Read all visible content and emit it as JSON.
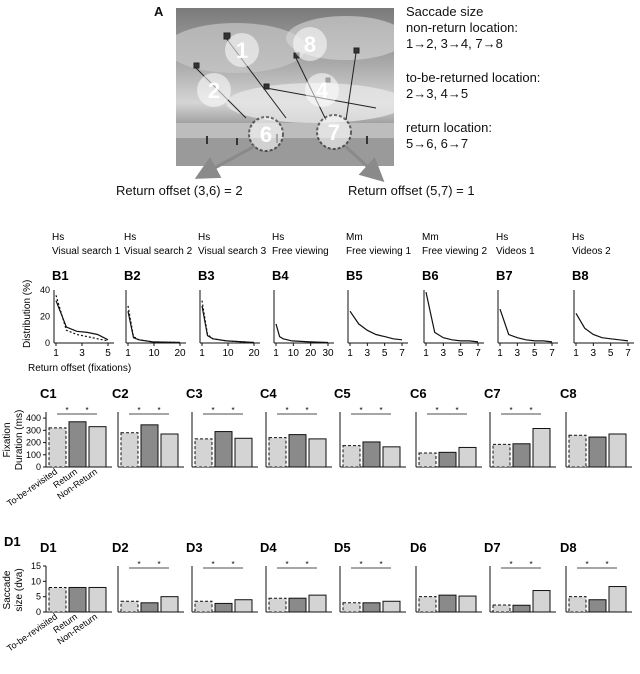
{
  "panel_a": {
    "label": "A",
    "circle_numbers": [
      "1",
      "2",
      "4",
      "8",
      "6",
      "7"
    ],
    "legend": {
      "title1": "Saccade size",
      "title2": "non-return location:",
      "nonreturn": "1→2, 3→4, 7→8",
      "tbr_title": "to-be-returned location:",
      "tbr": "2→3, 4→5",
      "ret_title": "return location:",
      "ret": "5→6, 6→7"
    },
    "offset_left": "Return offset (3,6) = 2",
    "offset_right": "Return offset (5,7) = 1"
  },
  "panel_b": {
    "ylabel": "Distribution (%)",
    "xlabel": "Return offset (fixations)",
    "y_ticks": [
      "0",
      "20",
      "40"
    ],
    "panels": [
      {
        "label": "B1",
        "species": "Hs",
        "task": "Visual search 1",
        "x_ticks": [
          "1",
          "3",
          "5"
        ]
      },
      {
        "label": "B2",
        "species": "Hs",
        "task": "Visual search 2",
        "x_ticks": [
          "1",
          "10",
          "20"
        ]
      },
      {
        "label": "B3",
        "species": "Hs",
        "task": "Visual search 3",
        "x_ticks": [
          "1",
          "10",
          "20"
        ]
      },
      {
        "label": "B4",
        "species": "Hs",
        "task": "Free viewing",
        "x_ticks": [
          "1",
          "10",
          "20",
          "30"
        ]
      },
      {
        "label": "B5",
        "species": "Mm",
        "task": "Free viewing 1",
        "x_ticks": [
          "1",
          "3",
          "5",
          "7"
        ]
      },
      {
        "label": "B6",
        "species": "Mm",
        "task": "Free viewing 2",
        "x_ticks": [
          "1",
          "3",
          "5",
          "7"
        ]
      },
      {
        "label": "B7",
        "species": "Hs",
        "task": "Videos 1",
        "x_ticks": [
          "1",
          "3",
          "5",
          "7"
        ]
      },
      {
        "label": "B8",
        "species": "Hs",
        "task": "Videos 2",
        "x_ticks": [
          "1",
          "3",
          "5",
          "7"
        ]
      }
    ]
  },
  "panel_c": {
    "ylabel1": "Fixation",
    "ylabel2": "Duration (ms)",
    "y_ticks": [
      "0",
      "100",
      "200",
      "300",
      "400"
    ],
    "categories": [
      "To-be-revisited",
      "Return",
      "Non-Return"
    ],
    "sig_mark": "*",
    "panels": [
      {
        "label": "C1",
        "values": [
          320,
          370,
          330
        ]
      },
      {
        "label": "C2",
        "values": [
          280,
          345,
          270
        ]
      },
      {
        "label": "C3",
        "values": [
          230,
          290,
          235
        ]
      },
      {
        "label": "C4",
        "values": [
          240,
          265,
          230
        ]
      },
      {
        "label": "C5",
        "values": [
          175,
          205,
          165
        ]
      },
      {
        "label": "C6",
        "values": [
          115,
          120,
          160
        ]
      },
      {
        "label": "C7",
        "values": [
          185,
          190,
          315
        ]
      },
      {
        "label": "C8",
        "values": [
          260,
          245,
          270
        ]
      }
    ]
  },
  "panel_d": {
    "d1_side_label": "D1",
    "ylabel1": "Saccade",
    "ylabel2": "size (dva)",
    "y_ticks": [
      "0",
      "5",
      "10",
      "15"
    ],
    "categories": [
      "To-be-revisited",
      "Return",
      "Non-Return"
    ],
    "sig_mark": "*",
    "panels": [
      {
        "label": "D1",
        "values": [
          8,
          8,
          8
        ]
      },
      {
        "label": "D2",
        "values": [
          3.5,
          3,
          5
        ]
      },
      {
        "label": "D3",
        "values": [
          3.5,
          2.8,
          4
        ]
      },
      {
        "label": "D4",
        "values": [
          4.5,
          4.5,
          5.5
        ]
      },
      {
        "label": "D5",
        "values": [
          3,
          3,
          3.5
        ]
      },
      {
        "label": "D6",
        "values": [
          5,
          5.5,
          5.2
        ]
      },
      {
        "label": "D7",
        "values": [
          2.3,
          2.2,
          7
        ]
      },
      {
        "label": "D8",
        "values": [
          5,
          4,
          8.3
        ]
      }
    ]
  },
  "chart_data": [
    {
      "type": "bar",
      "title": "C1",
      "categories": [
        "To-be-revisited",
        "Return",
        "Non-Return"
      ],
      "values": [
        320,
        370,
        330
      ],
      "ylabel": "Fixation Duration (ms)",
      "ylim": [
        0,
        450
      ]
    },
    {
      "type": "bar",
      "title": "C2",
      "categories": [
        "To-be-revisited",
        "Return",
        "Non-Return"
      ],
      "values": [
        280,
        345,
        270
      ],
      "ylim": [
        0,
        450
      ]
    },
    {
      "type": "bar",
      "title": "C3",
      "categories": [
        "To-be-revisited",
        "Return",
        "Non-Return"
      ],
      "values": [
        230,
        290,
        235
      ],
      "ylim": [
        0,
        450
      ]
    },
    {
      "type": "bar",
      "title": "C4",
      "categories": [
        "To-be-revisited",
        "Return",
        "Non-Return"
      ],
      "values": [
        240,
        265,
        230
      ],
      "ylim": [
        0,
        450
      ]
    },
    {
      "type": "bar",
      "title": "C5",
      "categories": [
        "To-be-revisited",
        "Return",
        "Non-Return"
      ],
      "values": [
        175,
        205,
        165
      ],
      "ylim": [
        0,
        450
      ]
    },
    {
      "type": "bar",
      "title": "C6",
      "categories": [
        "To-be-revisited",
        "Return",
        "Non-Return"
      ],
      "values": [
        115,
        120,
        160
      ],
      "ylim": [
        0,
        450
      ]
    },
    {
      "type": "bar",
      "title": "C7",
      "categories": [
        "To-be-revisited",
        "Return",
        "Non-Return"
      ],
      "values": [
        185,
        190,
        315
      ],
      "ylim": [
        0,
        450
      ]
    },
    {
      "type": "bar",
      "title": "C8",
      "categories": [
        "To-be-revisited",
        "Return",
        "Non-Return"
      ],
      "values": [
        260,
        245,
        270
      ],
      "ylim": [
        0,
        450
      ]
    },
    {
      "type": "bar",
      "title": "D1",
      "categories": [
        "To-be-revisited",
        "Return",
        "Non-Return"
      ],
      "values": [
        8,
        8,
        8
      ],
      "ylabel": "Saccade size (dva)",
      "ylim": [
        0,
        15
      ]
    },
    {
      "type": "bar",
      "title": "D2",
      "categories": [
        "To-be-revisited",
        "Return",
        "Non-Return"
      ],
      "values": [
        3.5,
        3,
        5
      ],
      "ylim": [
        0,
        15
      ]
    },
    {
      "type": "bar",
      "title": "D3",
      "categories": [
        "To-be-revisited",
        "Return",
        "Non-Return"
      ],
      "values": [
        3.5,
        2.8,
        4
      ],
      "ylim": [
        0,
        15
      ]
    },
    {
      "type": "bar",
      "title": "D4",
      "categories": [
        "To-be-revisited",
        "Return",
        "Non-Return"
      ],
      "values": [
        4.5,
        4.5,
        5.5
      ],
      "ylim": [
        0,
        15
      ]
    },
    {
      "type": "bar",
      "title": "D5",
      "categories": [
        "To-be-revisited",
        "Return",
        "Non-Return"
      ],
      "values": [
        3,
        3,
        3.5
      ],
      "ylim": [
        0,
        15
      ]
    },
    {
      "type": "bar",
      "title": "D6",
      "categories": [
        "To-be-revisited",
        "Return",
        "Non-Return"
      ],
      "values": [
        5,
        5.5,
        5.2
      ],
      "ylim": [
        0,
        15
      ]
    },
    {
      "type": "bar",
      "title": "D7",
      "categories": [
        "To-be-revisited",
        "Return",
        "Non-Return"
      ],
      "values": [
        2.3,
        2.2,
        7
      ],
      "ylim": [
        0,
        15
      ]
    },
    {
      "type": "bar",
      "title": "D8",
      "categories": [
        "To-be-revisited",
        "Return",
        "Non-Return"
      ],
      "values": [
        5,
        4,
        8.3
      ],
      "ylim": [
        0,
        15
      ]
    },
    {
      "type": "line",
      "title": "B1",
      "xlabel": "Return offset (fixations)",
      "ylabel": "Distribution (%)",
      "ylim": [
        0,
        50
      ],
      "series": [
        {
          "x": [
            1,
            2,
            3,
            4,
            5,
            6
          ],
          "values": [
            40,
            15,
            11,
            10,
            8,
            3
          ]
        },
        {
          "x": [
            1,
            2,
            3,
            4,
            5,
            6
          ],
          "values": [
            45,
            12,
            8,
            6,
            4,
            2
          ]
        }
      ]
    },
    {
      "type": "line",
      "title": "B2",
      "ylim": [
        0,
        50
      ],
      "series": [
        {
          "x": [
            1,
            3,
            5,
            10,
            20
          ],
          "values": [
            30,
            5,
            3,
            1,
            0.5
          ]
        },
        {
          "x": [
            1,
            3,
            5,
            10,
            20
          ],
          "values": [
            35,
            6,
            3,
            1,
            0.5
          ]
        }
      ]
    },
    {
      "type": "line",
      "title": "B3",
      "ylim": [
        0,
        50
      ],
      "series": [
        {
          "x": [
            1,
            3,
            5,
            10,
            20
          ],
          "values": [
            35,
            7,
            4,
            2,
            0.5
          ]
        },
        {
          "x": [
            1,
            3,
            5,
            10,
            20
          ],
          "values": [
            40,
            8,
            4,
            2,
            0.5
          ]
        }
      ]
    },
    {
      "type": "line",
      "title": "B4",
      "ylim": [
        0,
        50
      ],
      "series": [
        {
          "x": [
            1,
            3,
            5,
            10,
            20,
            30
          ],
          "values": [
            18,
            6,
            4,
            2,
            1,
            0.5
          ]
        }
      ]
    },
    {
      "type": "line",
      "title": "B5",
      "ylim": [
        0,
        50
      ],
      "series": [
        {
          "x": [
            1,
            2,
            3,
            4,
            5,
            6,
            7
          ],
          "values": [
            30,
            18,
            12,
            8,
            6,
            4,
            3
          ]
        }
      ]
    },
    {
      "type": "line",
      "title": "B6",
      "ylim": [
        0,
        50
      ],
      "series": [
        {
          "x": [
            1,
            2,
            3,
            4,
            5,
            6,
            7
          ],
          "values": [
            48,
            10,
            5,
            3,
            2,
            2,
            1
          ]
        }
      ]
    },
    {
      "type": "line",
      "title": "B7",
      "ylim": [
        0,
        50
      ],
      "series": [
        {
          "x": [
            1,
            2,
            3,
            4,
            5,
            6,
            7
          ],
          "values": [
            32,
            8,
            5,
            3,
            2,
            2,
            1
          ]
        }
      ]
    },
    {
      "type": "line",
      "title": "B8",
      "ylim": [
        0,
        50
      ],
      "series": [
        {
          "x": [
            1,
            2,
            3,
            4,
            5,
            6,
            7
          ],
          "values": [
            28,
            14,
            8,
            5,
            4,
            3,
            2
          ]
        }
      ]
    }
  ]
}
